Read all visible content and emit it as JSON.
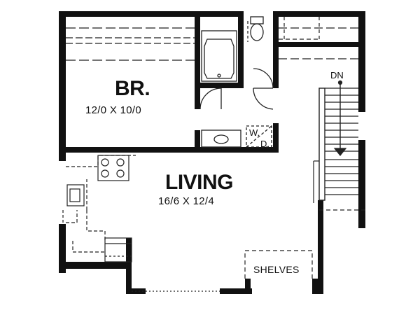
{
  "rooms": {
    "bedroom": {
      "name": "BR.",
      "dimensions": "12/0 X 10/0"
    },
    "living": {
      "name": "LIVING",
      "dimensions": "16/6 X 12/4"
    }
  },
  "labels": {
    "stair_direction": "DN",
    "laundry_w": "W.",
    "laundry_d": "D.",
    "shelves": "SHELVES"
  },
  "colors": {
    "wall": "#111111",
    "line": "#222222",
    "background": "#ffffff"
  }
}
